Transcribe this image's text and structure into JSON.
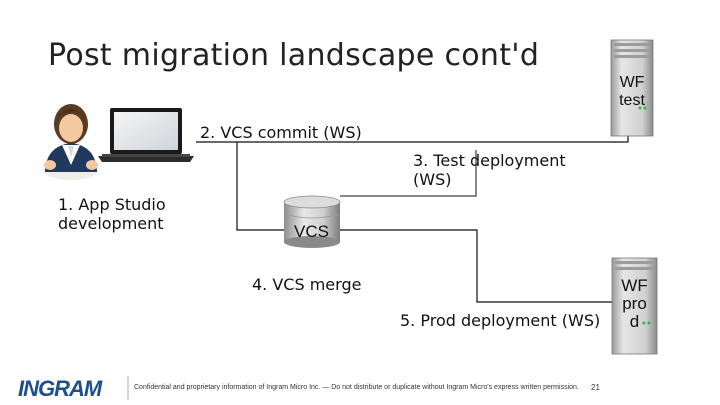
{
  "slide": {
    "title": "Post migration landscape cont'd"
  },
  "actors": {
    "developer_label_line1": "1. App Studio",
    "developer_label_line2": "development"
  },
  "steps": {
    "commit": "2. VCS commit (WS)",
    "test_deploy_line1": "3. Test deployment",
    "test_deploy_line2": "(WS)",
    "merge": "4. VCS merge",
    "prod_deploy": "5. Prod deployment (WS)"
  },
  "nodes": {
    "vcs": "VCS",
    "wf_test_line1": "WF",
    "wf_test_line2": "test",
    "wf_prod_line1": "WF",
    "wf_prod_line2": "pro",
    "wf_prod_line3": "d"
  },
  "footer": {
    "logo": "INGRAM",
    "confidential": "Confidential and proprietary information of Ingram Micro Inc. — Do not distribute or duplicate without Ingram Micro's express written permission.",
    "page_number": "21"
  },
  "colors": {
    "server_body": "#d9d9d9",
    "server_dark": "#8c8c8c",
    "connector": "#111111",
    "logo": "#1f4e8c"
  }
}
